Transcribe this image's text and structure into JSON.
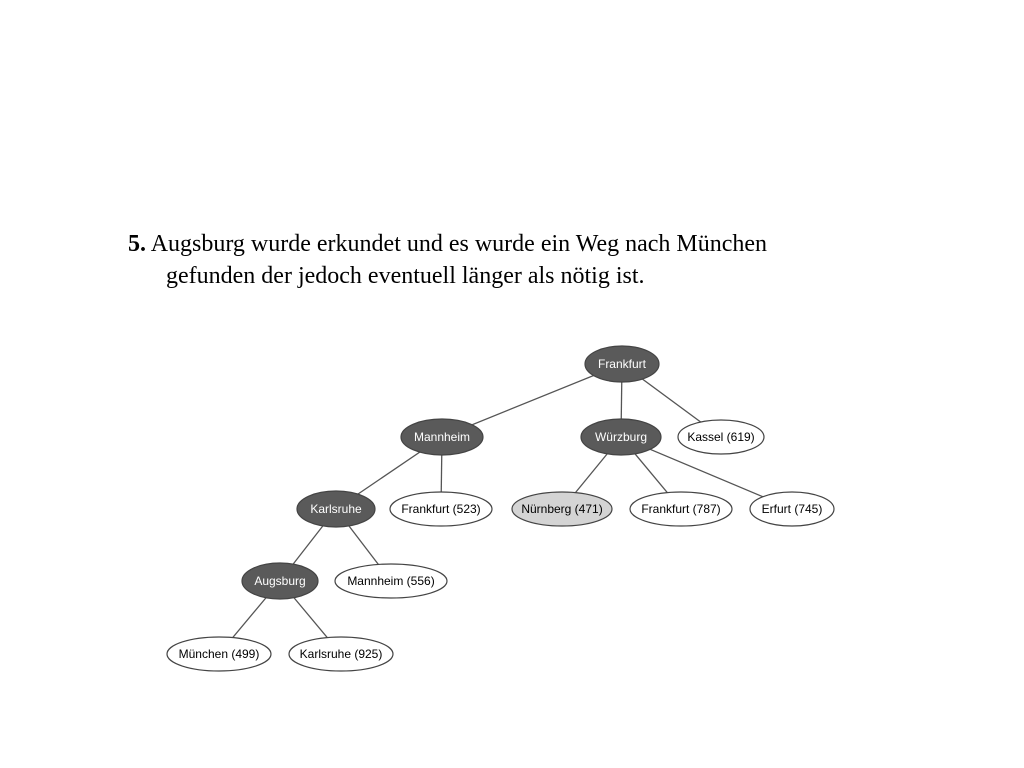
{
  "caption": {
    "number": "5.",
    "line1": "Augsburg wurde erkundet und es wurde ein Weg nach München",
    "line2": "gefunden der jedoch eventuell länger als nötig ist."
  },
  "colors": {
    "expanded_fill": "#5a5a5a",
    "expanded_text": "#ffffff",
    "frontier_fill": "#ffffff",
    "frontier_text": "#000000",
    "highlight_fill": "#d4d4d4",
    "highlight_text": "#000000",
    "edge": "#555555"
  },
  "tree": {
    "nodes": [
      {
        "id": "frankfurt",
        "label": "Frankfurt",
        "state": "expanded"
      },
      {
        "id": "mannheim",
        "label": "Mannheim",
        "state": "expanded"
      },
      {
        "id": "wuerzburg",
        "label": "Würzburg",
        "state": "expanded"
      },
      {
        "id": "kassel",
        "label": "Kassel (619)",
        "state": "frontier"
      },
      {
        "id": "karlsruhe",
        "label": "Karlsruhe",
        "state": "expanded"
      },
      {
        "id": "frankfurt523",
        "label": "Frankfurt (523)",
        "state": "frontier"
      },
      {
        "id": "nuernberg",
        "label": "Nürnberg (471)",
        "state": "highlight"
      },
      {
        "id": "frankfurt787",
        "label": "Frankfurt (787)",
        "state": "frontier"
      },
      {
        "id": "erfurt",
        "label": "Erfurt (745)",
        "state": "frontier"
      },
      {
        "id": "augsburg",
        "label": "Augsburg",
        "state": "expanded"
      },
      {
        "id": "mannheim556",
        "label": "Mannheim (556)",
        "state": "frontier"
      },
      {
        "id": "muenchen",
        "label": "München (499)",
        "state": "frontier"
      },
      {
        "id": "karlsruhe925",
        "label": "Karlsruhe (925)",
        "state": "frontier"
      }
    ],
    "edges": [
      [
        "frankfurt",
        "mannheim"
      ],
      [
        "frankfurt",
        "wuerzburg"
      ],
      [
        "frankfurt",
        "kassel"
      ],
      [
        "mannheim",
        "karlsruhe"
      ],
      [
        "mannheim",
        "frankfurt523"
      ],
      [
        "wuerzburg",
        "nuernberg"
      ],
      [
        "wuerzburg",
        "frankfurt787"
      ],
      [
        "wuerzburg",
        "erfurt"
      ],
      [
        "karlsruhe",
        "augsburg"
      ],
      [
        "karlsruhe",
        "mannheim556"
      ],
      [
        "augsburg",
        "muenchen"
      ],
      [
        "augsburg",
        "karlsruhe925"
      ]
    ]
  }
}
